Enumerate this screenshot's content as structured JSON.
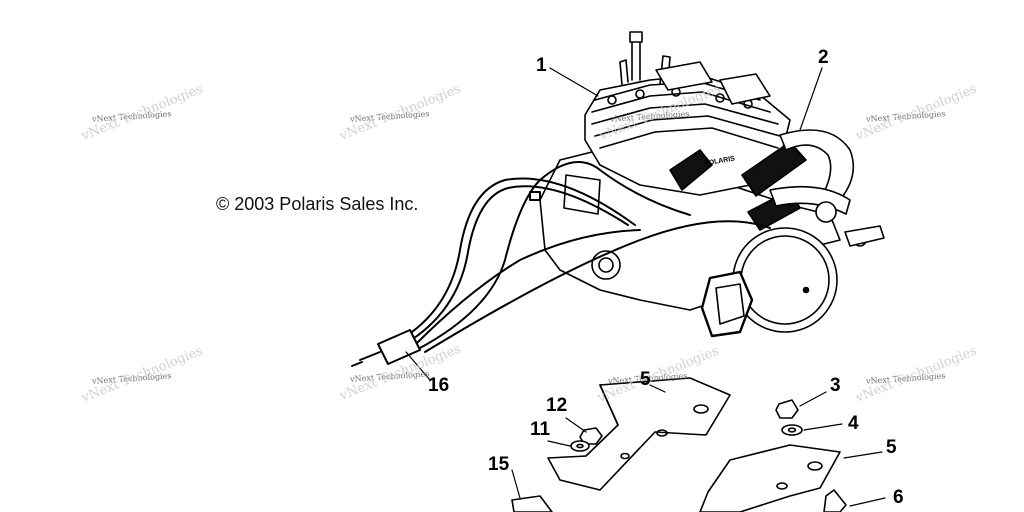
{
  "copyright": "© 2003 Polaris Sales Inc.",
  "watermark_text": "vNext Technologies",
  "callouts": {
    "c1": "1",
    "c2": "2",
    "c3": "3",
    "c4": "4",
    "c5a": "5",
    "c5b": "5",
    "c6": "6",
    "c11": "11",
    "c12": "12",
    "c15": "15",
    "c16": "16"
  },
  "engine_brand": "POLARIS"
}
